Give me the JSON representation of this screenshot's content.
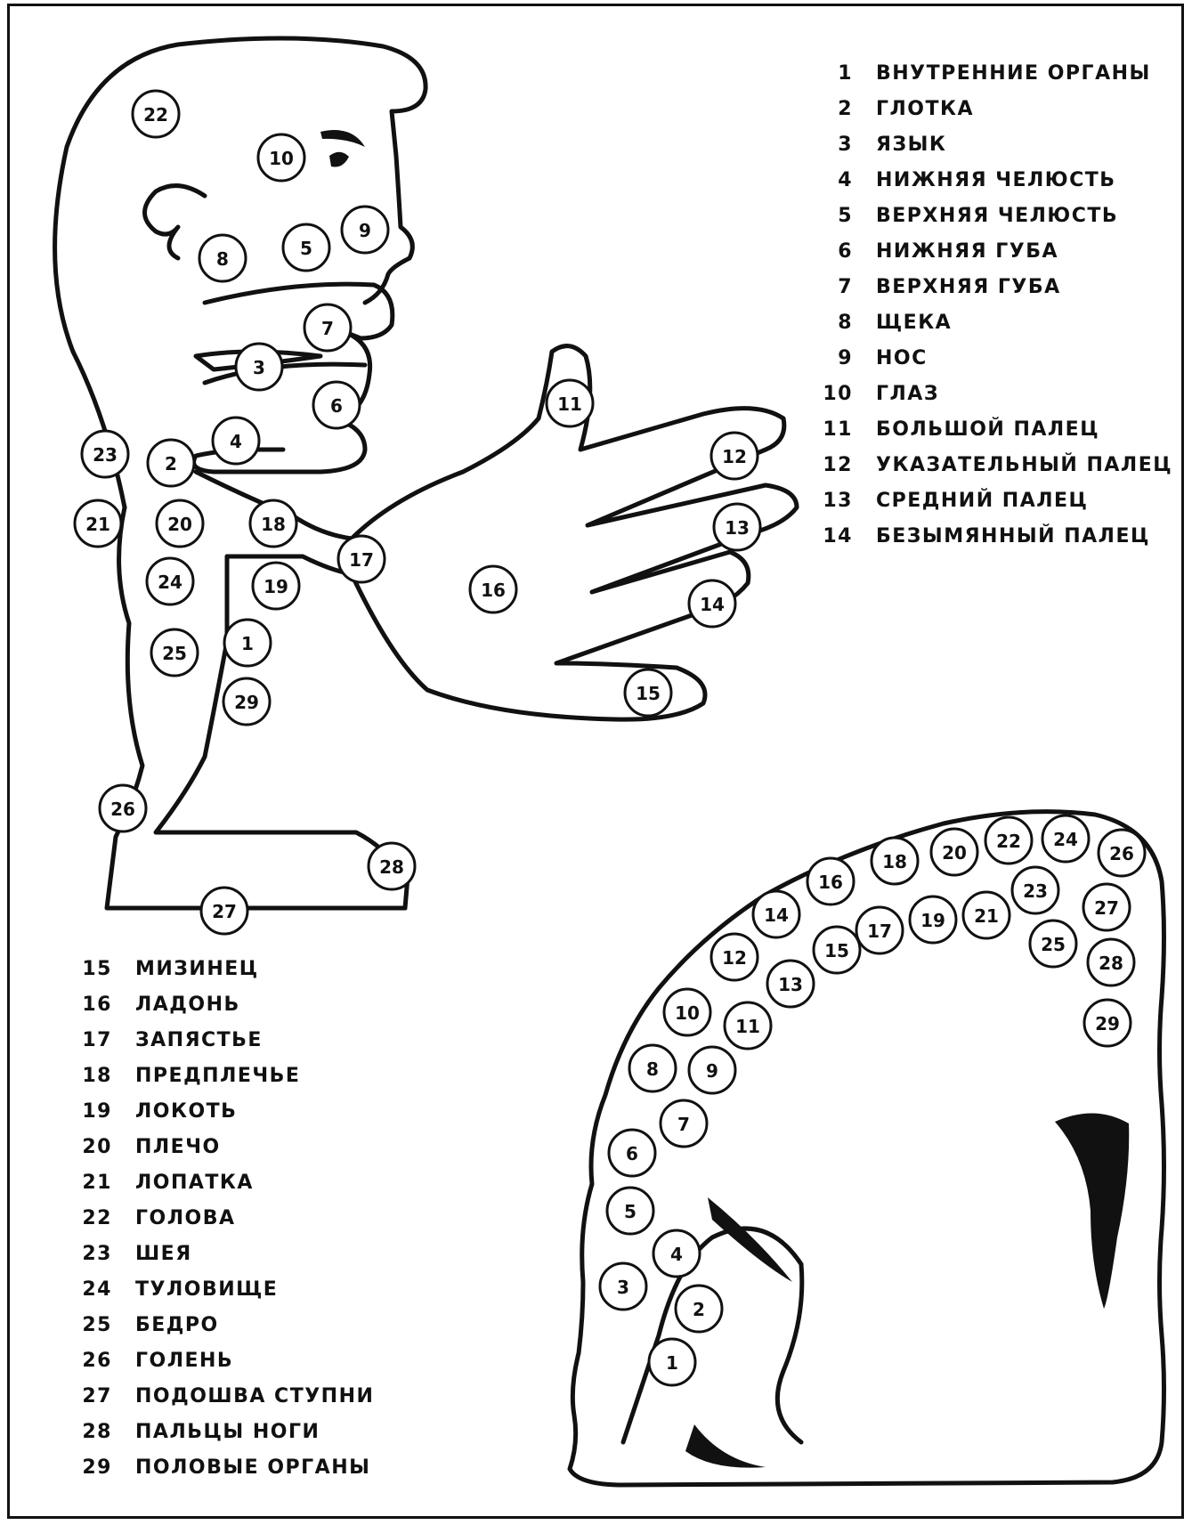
{
  "legend_right": [
    {
      "num": "1",
      "label": "ВНУТРЕННИЕ ОРГАНЫ"
    },
    {
      "num": "2",
      "label": "ГЛОТКА"
    },
    {
      "num": "3",
      "label": "ЯЗЫК"
    },
    {
      "num": "4",
      "label": "НИЖНЯЯ ЧЕЛЮСТЬ"
    },
    {
      "num": "5",
      "label": "ВЕРХНЯЯ ЧЕЛЮСТЬ"
    },
    {
      "num": "6",
      "label": "НИЖНЯЯ ГУБА"
    },
    {
      "num": "7",
      "label": "ВЕРХНЯЯ ГУБА"
    },
    {
      "num": "8",
      "label": "ЩЕКА"
    },
    {
      "num": "9",
      "label": "НОС"
    },
    {
      "num": "10",
      "label": "ГЛАЗ"
    },
    {
      "num": "11",
      "label": "БОЛЬШОЙ ПАЛЕЦ"
    },
    {
      "num": "12",
      "label": "УКАЗАТЕЛЬНЫЙ ПАЛЕЦ"
    },
    {
      "num": "13",
      "label": "СРЕДНИЙ ПАЛЕЦ"
    },
    {
      "num": "14",
      "label": "БЕЗЫМЯННЫЙ ПАЛЕЦ"
    }
  ],
  "legend_left": [
    {
      "num": "15",
      "label": "МИЗИНЕЦ"
    },
    {
      "num": "16",
      "label": "ЛАДОНЬ"
    },
    {
      "num": "17",
      "label": "ЗАПЯСТЬЕ"
    },
    {
      "num": "18",
      "label": "ПРЕДПЛЕЧЬЕ"
    },
    {
      "num": "19",
      "label": "ЛОКОТЬ"
    },
    {
      "num": "20",
      "label": "ПЛЕЧО"
    },
    {
      "num": "21",
      "label": "ЛОПАТКА"
    },
    {
      "num": "22",
      "label": "ГОЛОВА"
    },
    {
      "num": "23",
      "label": "ШЕЯ"
    },
    {
      "num": "24",
      "label": "ТУЛОВИЩЕ"
    },
    {
      "num": "25",
      "label": "БЕДРО"
    },
    {
      "num": "26",
      "label": "ГОЛЕНЬ"
    },
    {
      "num": "27",
      "label": "ПОДОШВА СТУПНИ"
    },
    {
      "num": "28",
      "label": "ПАЛЬЦЫ НОГИ"
    },
    {
      "num": "29",
      "label": "ПОЛОВЫЕ ОРГАНЫ"
    }
  ],
  "homunculus_markers": [
    "1",
    "2",
    "3",
    "4",
    "5",
    "6",
    "7",
    "8",
    "9",
    "10",
    "11",
    "12",
    "13",
    "14",
    "15",
    "16",
    "17",
    "18",
    "19",
    "20",
    "21",
    "22",
    "23",
    "24",
    "25",
    "26",
    "27",
    "28",
    "29"
  ],
  "ear_markers": [
    "1",
    "2",
    "3",
    "4",
    "5",
    "6",
    "7",
    "8",
    "9",
    "10",
    "11",
    "12",
    "13",
    "14",
    "15",
    "16",
    "17",
    "18",
    "19",
    "20",
    "21",
    "22",
    "23",
    "24",
    "25",
    "26",
    "27",
    "28",
    "29"
  ]
}
